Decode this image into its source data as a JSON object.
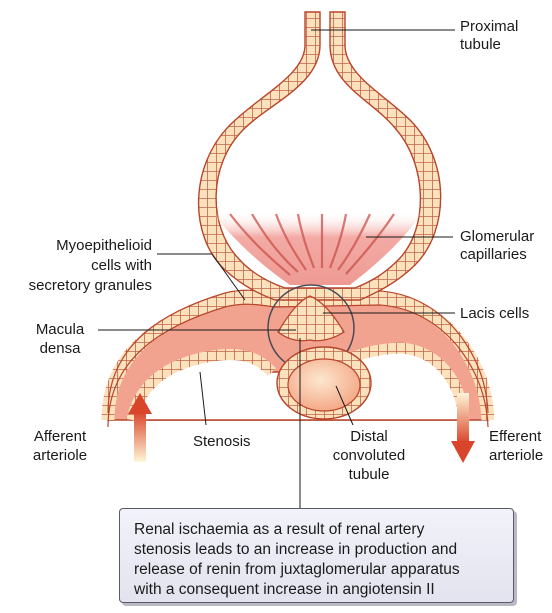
{
  "labels": {
    "proximal": [
      "Proximal",
      "tubule"
    ],
    "glomerular": [
      "Glomerular",
      "capillaries"
    ],
    "myoepithelioid": [
      "Myoepithelioid",
      "cells with",
      "secretory granules"
    ],
    "lacis": "Lacis cells",
    "macula": [
      "Macula",
      "densa"
    ],
    "afferent": [
      "Afferent",
      "arteriole"
    ],
    "stenosis": "Stenosis",
    "distal": [
      "Distal",
      "convoluted",
      "tubule"
    ],
    "efferent": [
      "Efferent",
      "arteriole"
    ]
  },
  "caption": [
    "Renal ischaemia as a result of renal artery",
    "stenosis leads to an increase in production and",
    "release of renin from juxtaglomerular apparatus",
    "with a consequent increase in angiotensin II"
  ],
  "colors": {
    "tissue_fill": "#f4b295",
    "wall_fill": "#fbe2bd",
    "outline": "#b8452c",
    "capillary_fill": "#f3aba5",
    "capillary_stroke": "#c9504a",
    "arteriole_fill": "#f2a38f",
    "arrow_red": "#d9452a"
  }
}
